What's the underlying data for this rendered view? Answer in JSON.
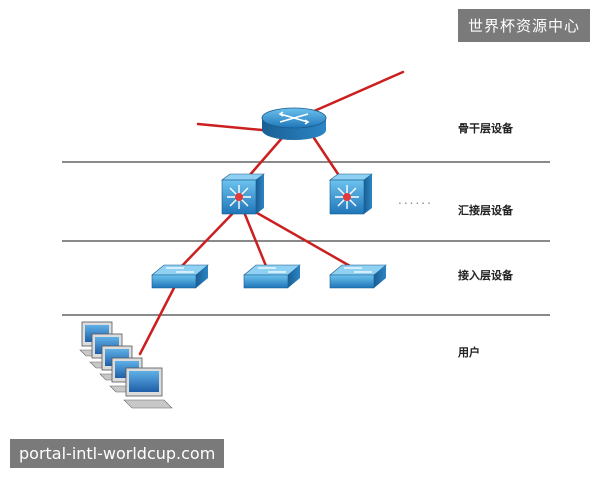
{
  "watermarks": {
    "top_right": "世界杯资源中心",
    "bottom_left": "portal-intl-worldcup.com"
  },
  "layers": {
    "core": "骨干层设备",
    "aggregation": "汇接层设备",
    "access": "接入层设备",
    "users": "用户"
  },
  "ellipsis": "......",
  "colors": {
    "link": "#cc1f1f",
    "device_blue": "#2a86c9",
    "device_blue_light": "#5cb6e8",
    "layer_line": "#444444"
  },
  "icons": {
    "core": "router-icon",
    "aggregation": "layer3-switch-icon",
    "access": "workgroup-switch-icon",
    "user": "pc-icon"
  }
}
